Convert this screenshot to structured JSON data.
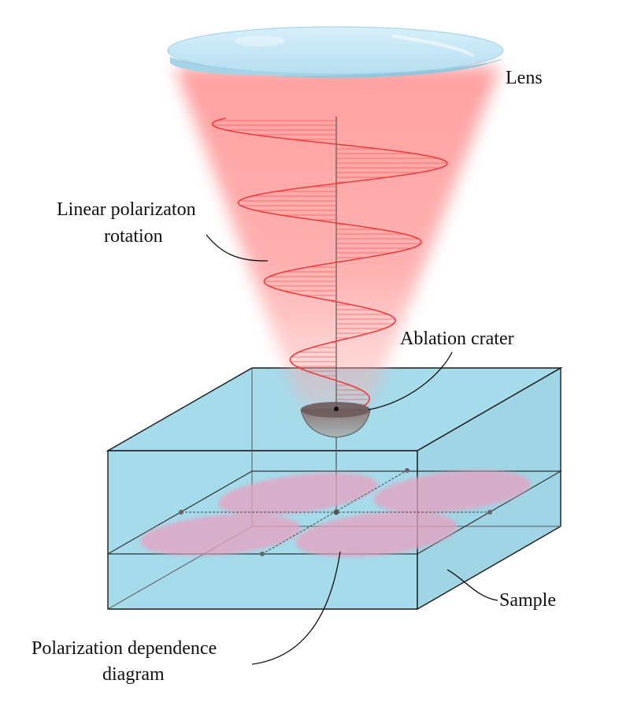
{
  "labels": {
    "lens": "Lens",
    "linear_rotation_line1": "Linear polarizaton",
    "linear_rotation_line2": "rotation",
    "ablation_crater": "Ablation crater",
    "sample": "Sample",
    "polarization_line1": "Polarization dependence",
    "polarization_line2": "diagram"
  },
  "colors": {
    "lens": "#bfe3f3",
    "beam": "#ff7b7b",
    "wave": "#ee3b3b",
    "sample_face": "#a5dbea",
    "sample_edge": "#1a1a1a",
    "lobes": "#e8a0c0",
    "crater": "#6e5a5a"
  }
}
